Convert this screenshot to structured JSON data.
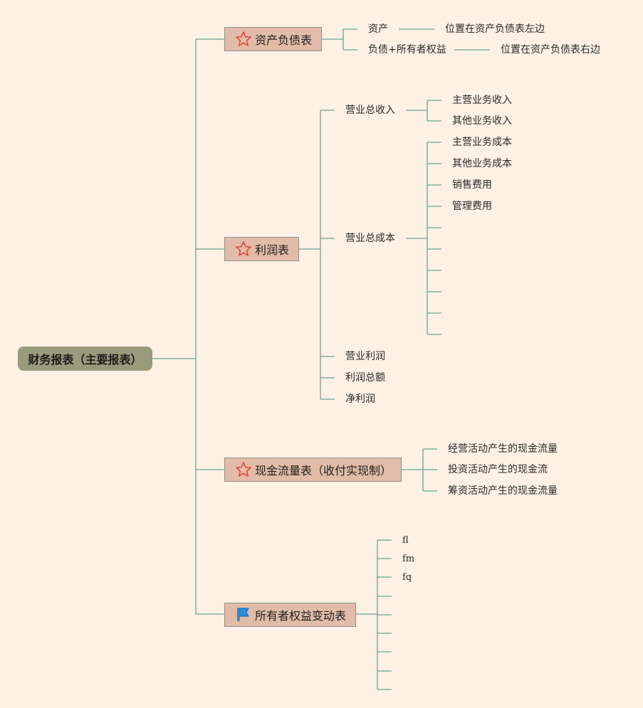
{
  "root": {
    "label": "财务报表（主要报表）"
  },
  "branches": [
    {
      "label": "资产负债表",
      "icon": "star-icon",
      "children": [
        {
          "label": "资产",
          "note": "位置在资产负债表左边"
        },
        {
          "label": "负债+所有者权益",
          "note": "位置在资产负债表右边"
        }
      ]
    },
    {
      "label": "利润表",
      "icon": "star-icon",
      "children": [
        {
          "label": "营业总收入",
          "children": [
            "主营业务收入",
            "其他业务收入"
          ]
        },
        {
          "label": "营业总成本",
          "children": [
            "主营业务成本",
            "其他业务成本",
            "销售费用",
            "管理费用",
            "",
            "",
            "",
            "",
            "",
            ""
          ]
        },
        {
          "label": "营业利润"
        },
        {
          "label": "利润总额"
        },
        {
          "label": "净利润"
        }
      ]
    },
    {
      "label": "现金流量表（收付实现制）",
      "icon": "star-icon",
      "children": [
        "经营活动产生的现金流量",
        "投资活动产生的现金流",
        "筹资活动产生的现金流量"
      ]
    },
    {
      "label": "所有者权益变动表",
      "icon": "flag-icon",
      "children": [
        "fl",
        "fm",
        "fq",
        "",
        "",
        "",
        "",
        "",
        ""
      ]
    }
  ],
  "colors": {
    "line": "#5e9a8c",
    "root_bg": "#9a9a7c",
    "branch_bg": "#e2bca8",
    "star": "#e0483c",
    "flag": "#2d8ed8"
  }
}
